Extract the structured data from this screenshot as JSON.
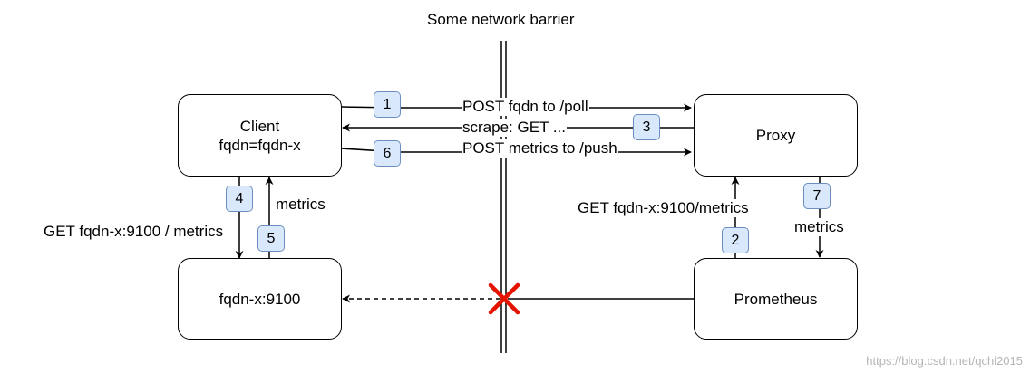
{
  "title": "Some network barrier",
  "nodes": {
    "client": {
      "line1": "Client",
      "line2": "fqdn=fqdn-x"
    },
    "proxy": {
      "label": "Proxy"
    },
    "target": {
      "label": "fqdn-x:9100"
    },
    "prometheus": {
      "label": "Prometheus"
    }
  },
  "steps": [
    "1",
    "2",
    "3",
    "4",
    "5",
    "6",
    "7"
  ],
  "edge_labels": {
    "post_poll": "POST fqdn to /poll",
    "scrape_get": "scrape: GET ...",
    "post_push": "POST metrics to /push",
    "get_client": "GET fqdn-x:9100 / metrics",
    "metrics_client": "metrics",
    "get_proxy": "GET fqdn-x:9100/metrics",
    "metrics_proxy": "metrics"
  },
  "watermark": "https://blog.csdn.net/qchl2015",
  "colors": {
    "badge_fill": "#dae8fc",
    "badge_border": "#6c8ebf",
    "blocked_cross": "#e51400"
  },
  "icons": {
    "blocked": "red-x-cross-icon"
  }
}
